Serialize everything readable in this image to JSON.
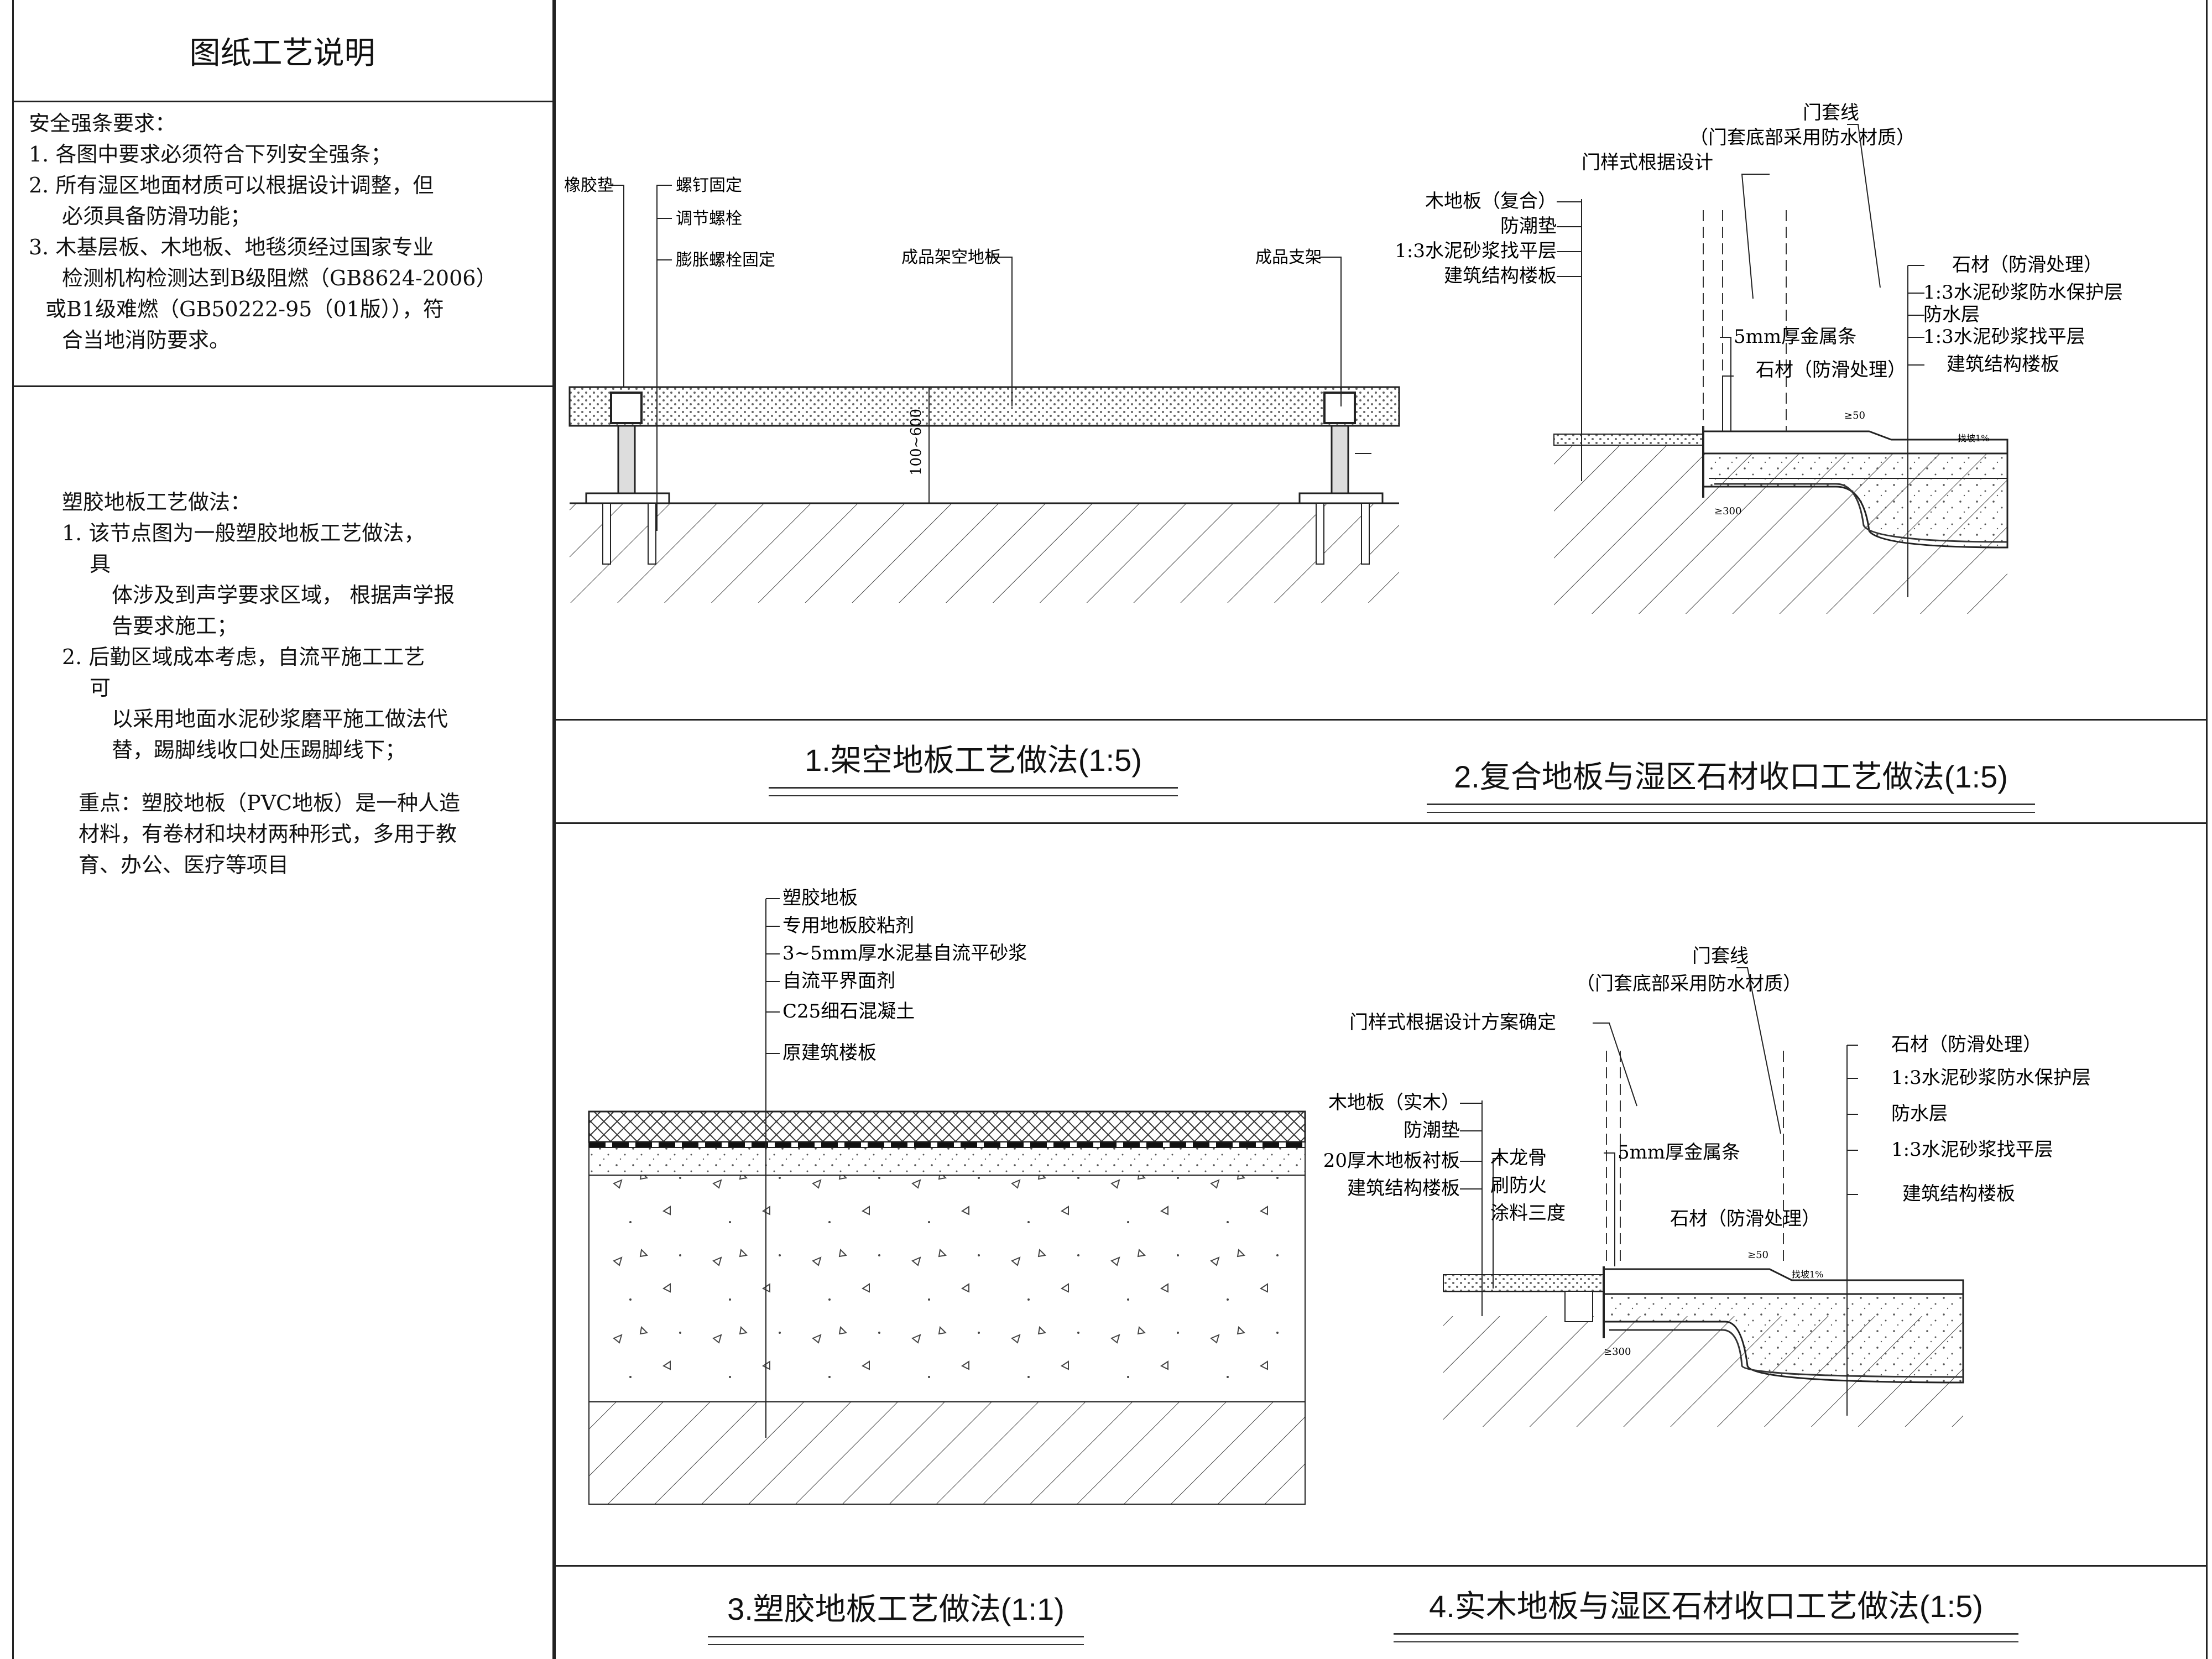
{
  "sidebar": {
    "title": "图纸工艺说明",
    "safety": {
      "heading": "安全强条要求：",
      "lines": [
        "1.  各图中要求必须符合下列安全强条；",
        "2.  所有湿区地面材质可以根据设计调整，但",
        "必须具备防滑功能；",
        "3.  木基层板、木地板、地毯须经过国家专业",
        "检测机构检测达到B级阻燃（GB8624-2006）",
        "或B1级难燃（GB50222-95（01版）），符",
        "合当地消防要求。"
      ]
    },
    "pvc": {
      "heading": "塑胶地板工艺做法：",
      "lines": [
        "1.  该节点图为一般塑胶地板工艺做法，",
        "具",
        "体涉及到声学要求区域，  根据声学报",
        "告要求施工；",
        "2.  后勤区域成本考虑，自流平施工工艺",
        "可",
        "以采用地面水泥砂浆磨平施工做法代",
        "替，踢脚线收口处压踢脚线下；"
      ],
      "note_lines": [
        "重点：塑胶地板（PVC地板）是一种人造",
        "材料，有卷材和块材两种形式，多用于教",
        "育、办公、医疗等项目"
      ]
    }
  },
  "captions": {
    "d1": "1.架空地板工艺做法(1:5)",
    "d2": "2.复合地板与湿区石材收口工艺做法(1:5)",
    "d3": "3.塑胶地板工艺做法(1:1)",
    "d4": "4.实木地板与湿区石材收口工艺做法(1:5)"
  },
  "d1": {
    "rubber_pad": "橡胶垫",
    "screw_fix": "螺钉固定",
    "adjust_bolt": "调节螺栓",
    "expansion_bolt": "膨胀螺栓固定",
    "raised_floor": "成品架空地板",
    "bracket": "成品支架",
    "height_dim": "100~600"
  },
  "d2": {
    "door_casing": "门套线",
    "door_casing_note": "（门套底部采用防水材质）",
    "door_style": "门样式根据设计",
    "wood_floor": "木地板（复合）",
    "moisture_pad": "防潮垫",
    "leveling": "1:3水泥砂浆找平层",
    "structure": "建筑结构楼板",
    "stone": "石材（防滑处理）",
    "protect": "1:3水泥砂浆防水保护层",
    "waterproof": "防水层",
    "leveling2": "1:3水泥砂浆找平层",
    "structure2": "建筑结构楼板",
    "metal_strip": "5mm厚金属条",
    "stone2": "石材（防滑处理）",
    "dim_50": "≥50",
    "dim_300": "≥300",
    "slope": "找坡1%"
  },
  "d3": {
    "pvc": "塑胶地板",
    "glue": "专用地板胶粘剂",
    "self_level": "3~5mm厚水泥基自流平砂浆",
    "interface": "自流平界面剂",
    "concrete": "C25细石混凝土",
    "slab": "原建筑楼板"
  },
  "d4": {
    "door_casing": "门套线",
    "door_casing_note": "（门套底部采用防水材质）",
    "door_style": "门样式根据设计方案确定",
    "wood_floor": "木地板（实木）",
    "moisture_pad": "防潮垫",
    "board": "20厚木地板衬板",
    "structure": "建筑结构楼板",
    "keel": "木龙骨",
    "fire1": "刷防火",
    "fire2": "涂料三度",
    "metal_strip": "5mm厚金属条",
    "stone_mid": "石材（防滑处理）",
    "stone": "石材（防滑处理）",
    "protect": "1:3水泥砂浆防水保护层",
    "waterproof": "防水层",
    "leveling": "1:3水泥砂浆找平层",
    "structure2": "建筑结构楼板",
    "dim_50": "≥50",
    "dim_300": "≥300",
    "slope": "找坡1%"
  }
}
